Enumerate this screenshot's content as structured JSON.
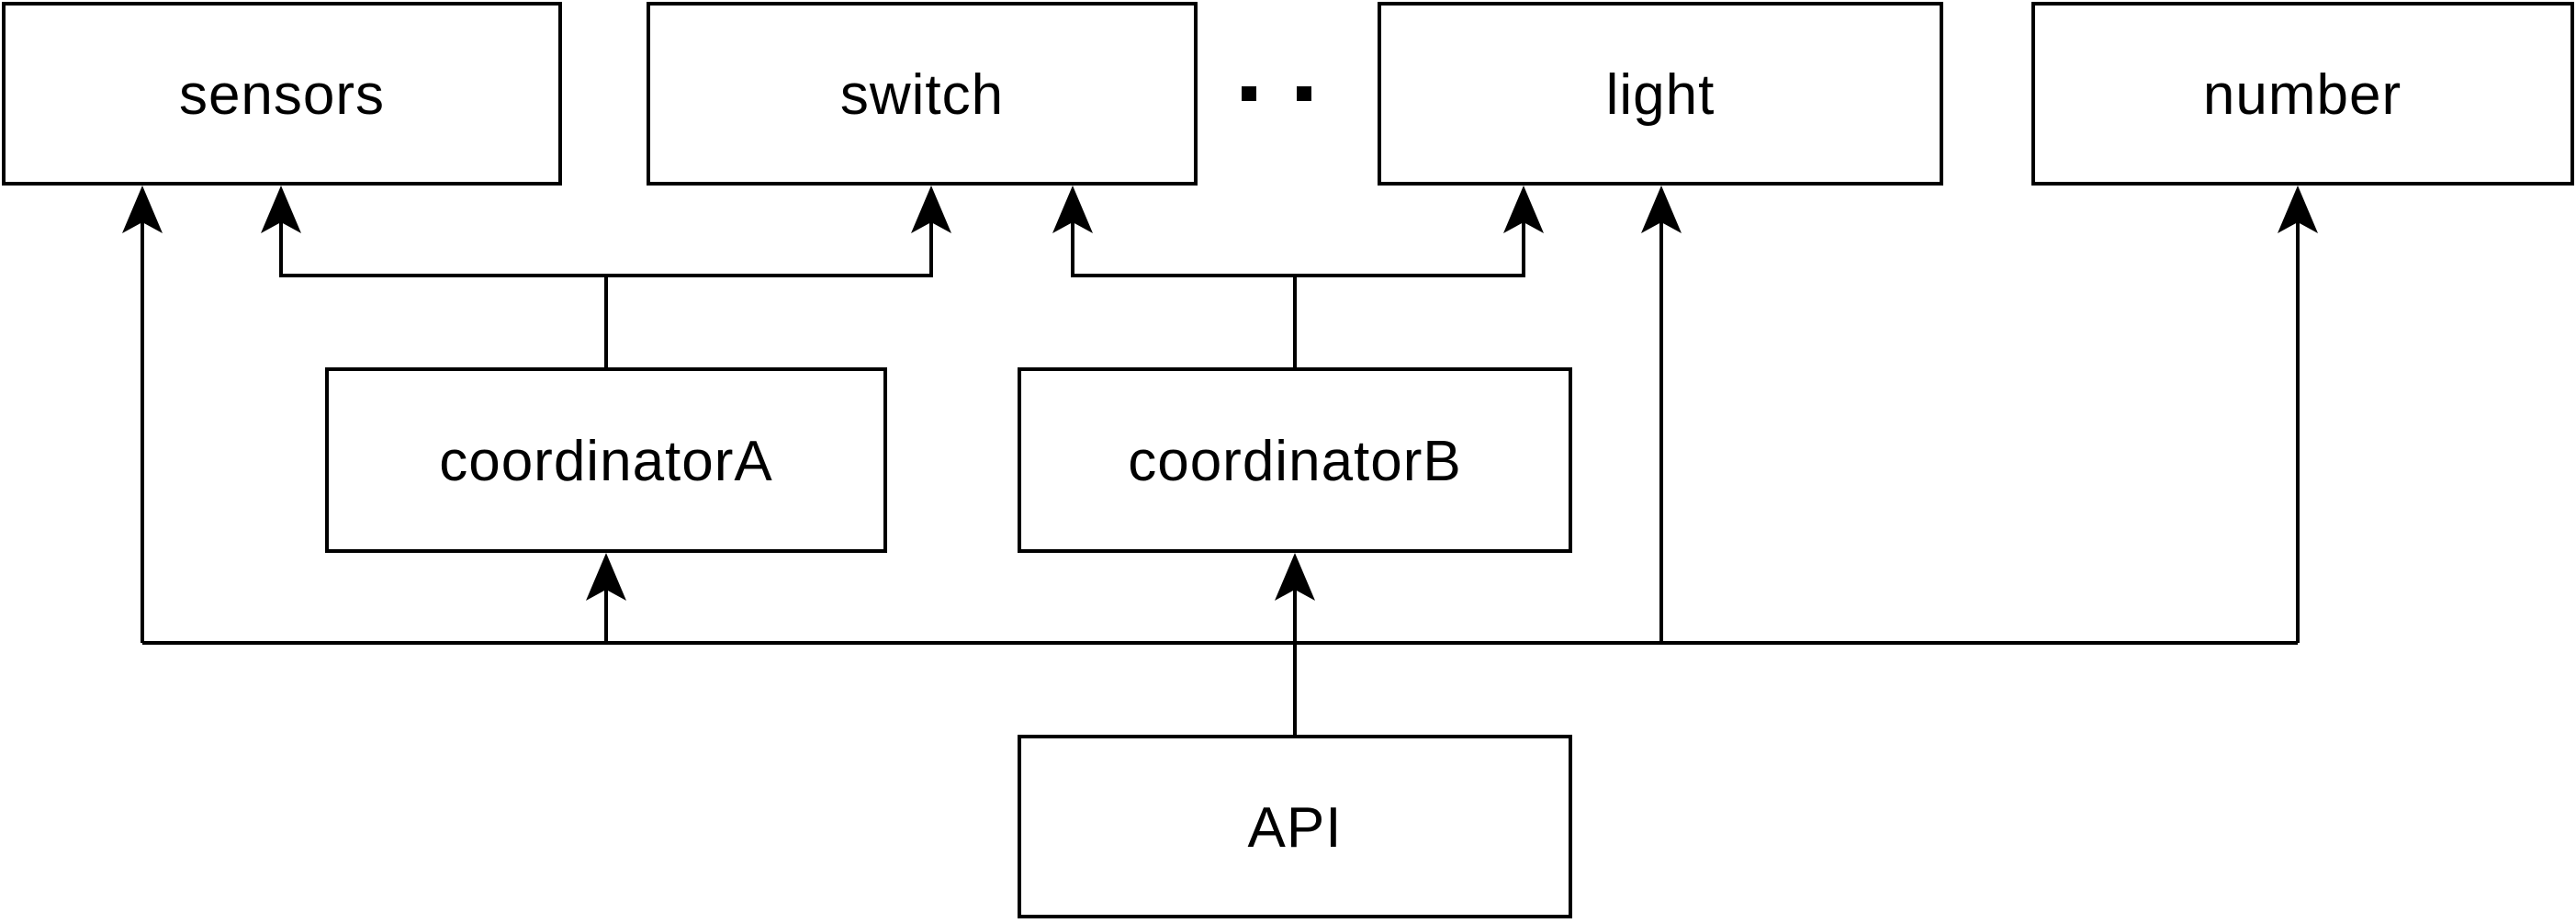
{
  "diagram": {
    "nodes": {
      "sensors": {
        "label": "sensors"
      },
      "switch": {
        "label": "switch"
      },
      "light": {
        "label": "light"
      },
      "number": {
        "label": "number"
      },
      "coordinatorA": {
        "label": "coordinatorA"
      },
      "coordinatorB": {
        "label": "coordinatorB"
      },
      "api": {
        "label": "API"
      }
    },
    "ellipsis": ". .",
    "edges": [
      {
        "from": "coordinatorA",
        "to": "sensors"
      },
      {
        "from": "coordinatorA",
        "to": "switch"
      },
      {
        "from": "coordinatorB",
        "to": "switch"
      },
      {
        "from": "coordinatorB",
        "to": "light"
      },
      {
        "from": "API",
        "to": "sensors"
      },
      {
        "from": "API",
        "to": "coordinatorA"
      },
      {
        "from": "API",
        "to": "coordinatorB"
      },
      {
        "from": "API",
        "to": "light"
      },
      {
        "from": "API",
        "to": "number"
      }
    ],
    "colors": {
      "stroke": "#000000",
      "background": "#ffffff"
    }
  }
}
